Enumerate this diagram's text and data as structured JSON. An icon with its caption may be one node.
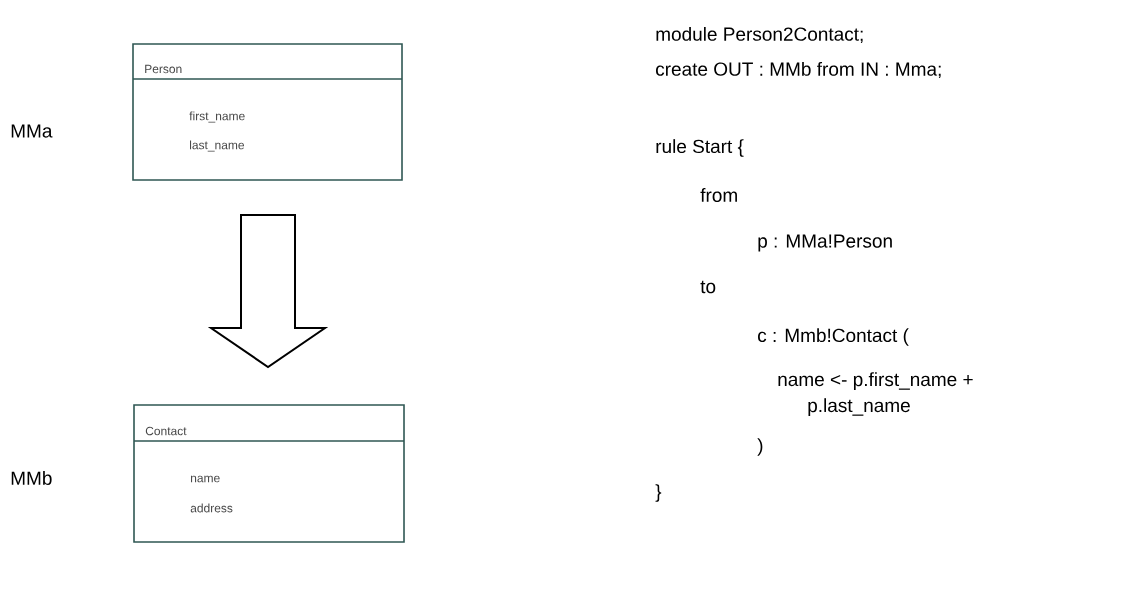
{
  "diagram": {
    "nodes": [
      {
        "text": [
          "Person",
          "first_name",
          "last_name"
        ]
      },
      {
        "text": [
          "Contact",
          "name",
          "address"
        ]
      }
    ],
    "edges": [
      {
        "from": 0,
        "to": 1,
        "arrow": "to"
      }
    ],
    "labels": [
      "MMa",
      "MMb",
      "module Person2Contact;",
      "create OUT : MMb from IN : Mma;",
      "rule Start {",
      "from",
      "p : MMa!Person",
      "to",
      "c : Mmb!Contact (",
      "name <- p.first_name + p.last_name",
      ")",
      "}"
    ]
  }
}
